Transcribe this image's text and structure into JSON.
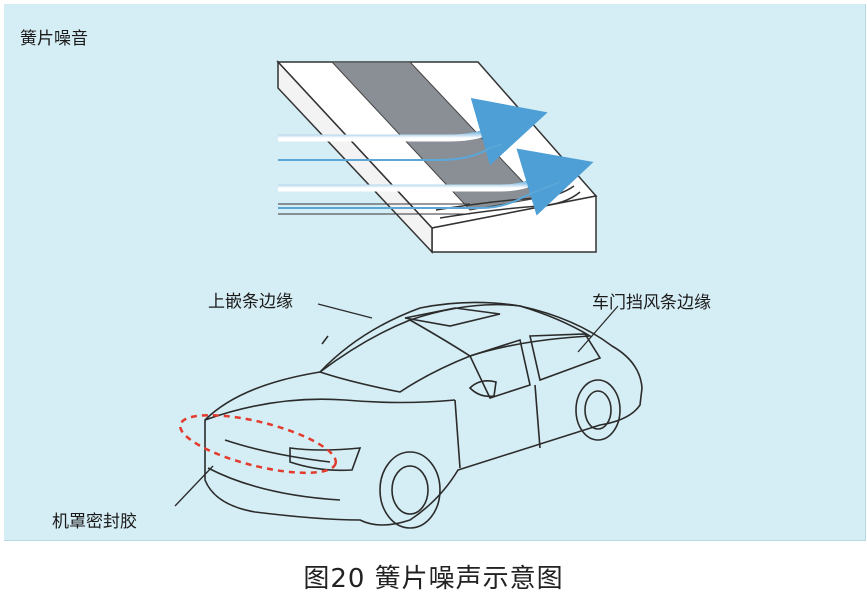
{
  "panel": {
    "title": "簧片噪音"
  },
  "labels": {
    "upper_trim": "上嵌条边缘",
    "door_visor": "车门挡风条边缘",
    "hood_seal": "机罩密封胶"
  },
  "caption": "图20 簧片噪声示意图",
  "colors": {
    "panel_bg": "#d5edf4",
    "strip": "#8a8f96",
    "airflow": "#5aa7d8",
    "seal_highlight": "#e23b2e"
  }
}
